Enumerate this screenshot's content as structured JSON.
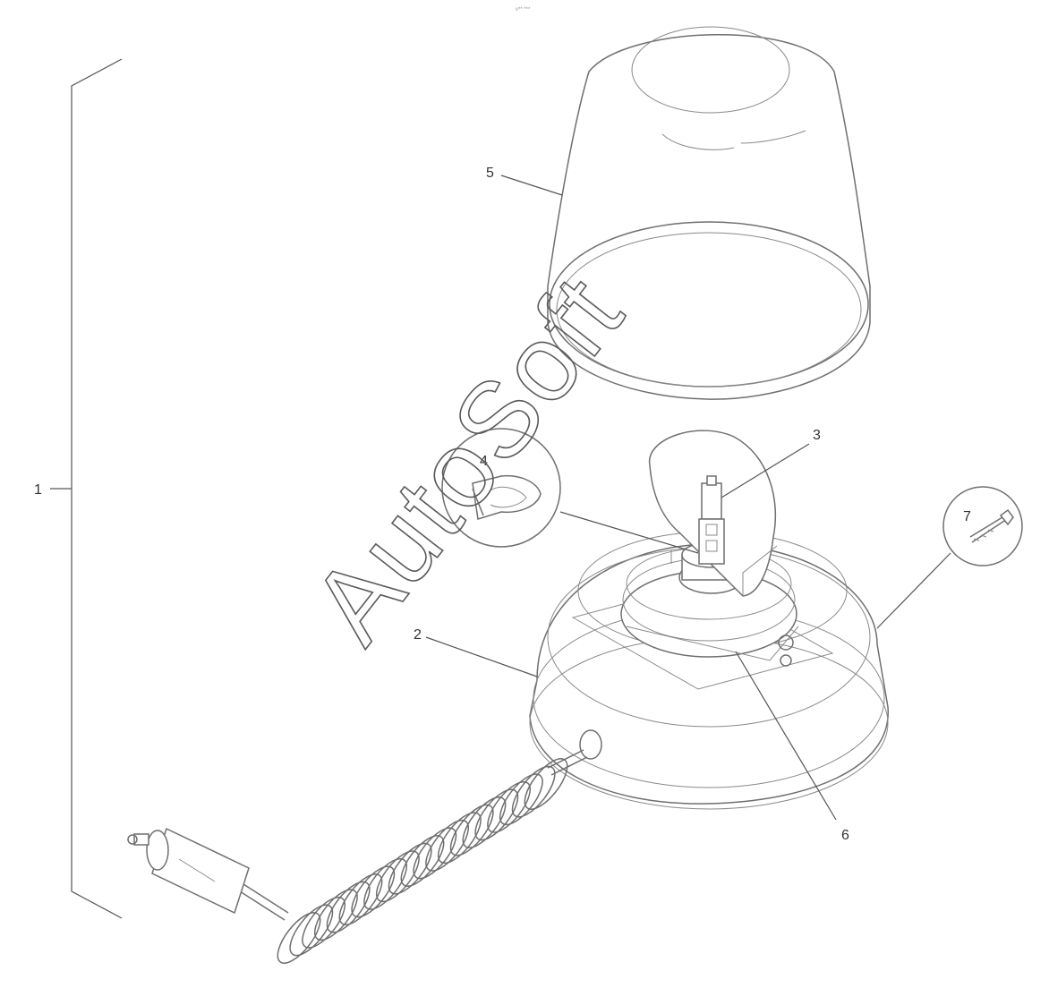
{
  "diagram": {
    "header_text": "v** ***",
    "callouts": {
      "c1": "1",
      "c2": "2",
      "c3": "3",
      "c4": "4",
      "c5": "5",
      "c6": "6",
      "c7": "7"
    },
    "watermark": "AutoSoft"
  }
}
